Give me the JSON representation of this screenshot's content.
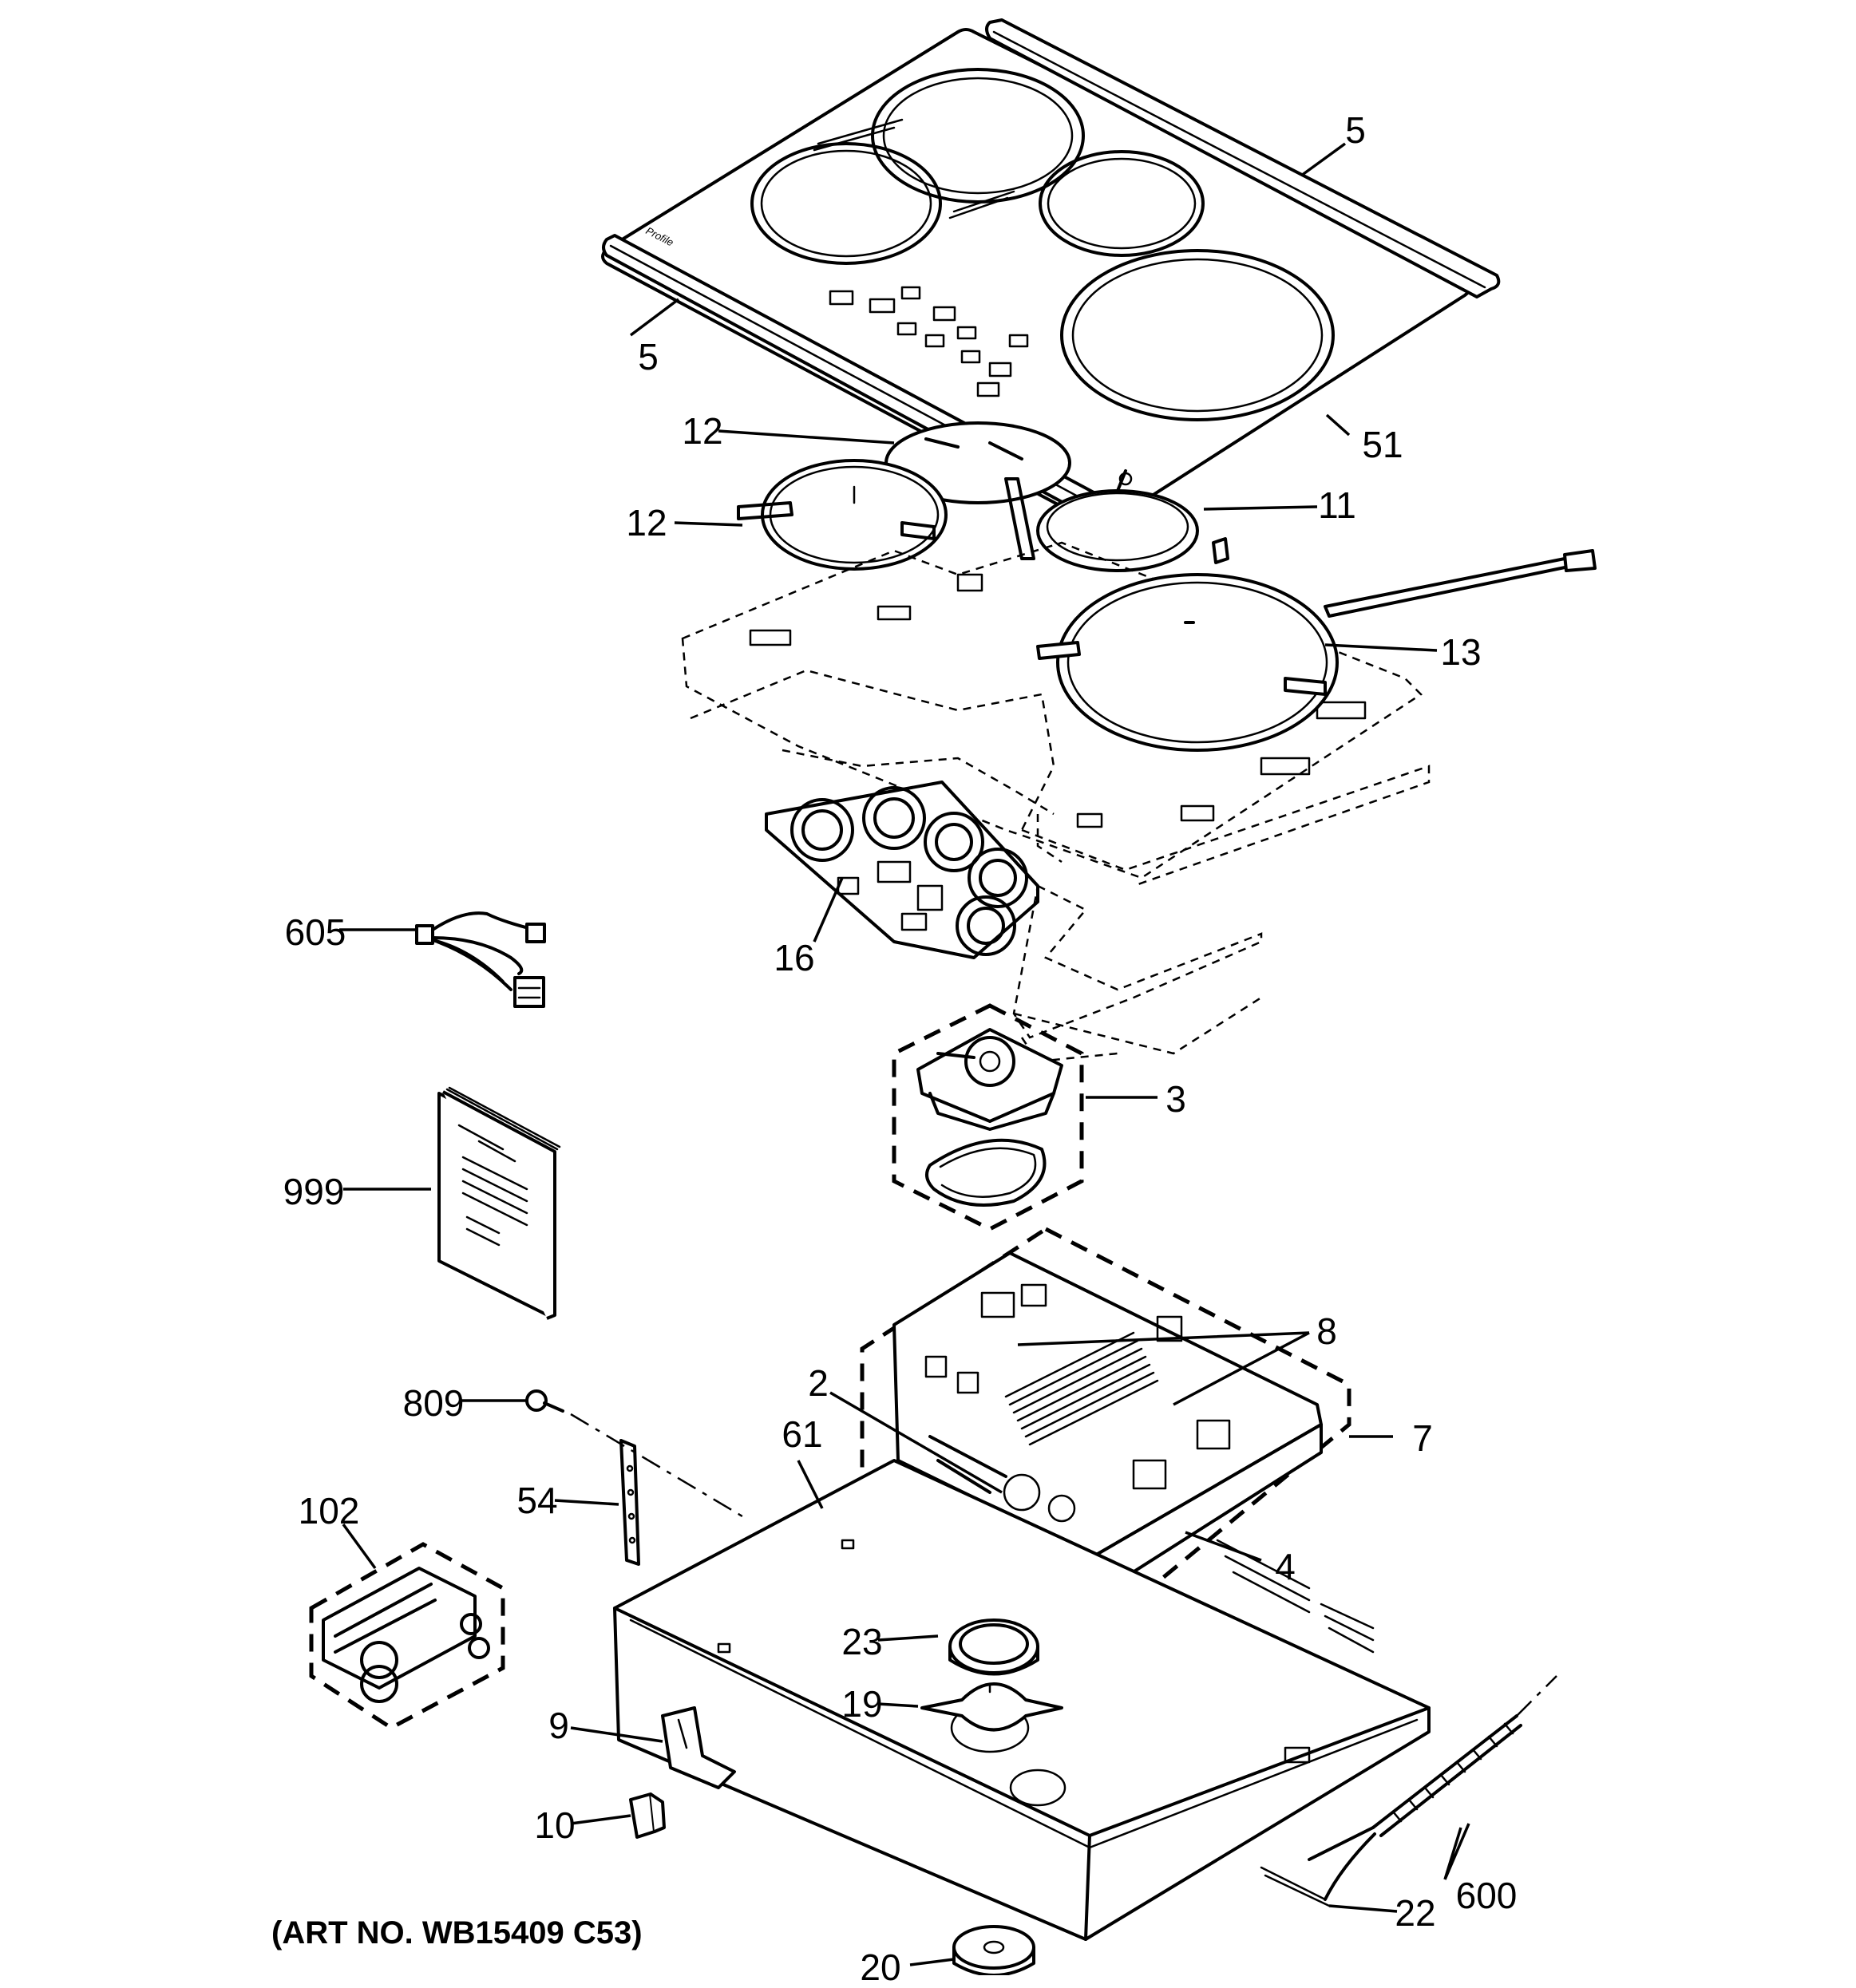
{
  "diagram": {
    "art_number": "(ART NO. WB15409 C53)",
    "brand_mark": "Profile",
    "callouts": [
      {
        "id": "5a",
        "text": "5"
      },
      {
        "id": "5b",
        "text": "5"
      },
      {
        "id": "51",
        "text": "51"
      },
      {
        "id": "12a",
        "text": "12"
      },
      {
        "id": "12b",
        "text": "12"
      },
      {
        "id": "11",
        "text": "11"
      },
      {
        "id": "13",
        "text": "13"
      },
      {
        "id": "16",
        "text": "16"
      },
      {
        "id": "605",
        "text": "605"
      },
      {
        "id": "3",
        "text": "3"
      },
      {
        "id": "999",
        "text": "999"
      },
      {
        "id": "8",
        "text": "8"
      },
      {
        "id": "2",
        "text": "2"
      },
      {
        "id": "809",
        "text": "809"
      },
      {
        "id": "61",
        "text": "61"
      },
      {
        "id": "7",
        "text": "7"
      },
      {
        "id": "54",
        "text": "54"
      },
      {
        "id": "102",
        "text": "102"
      },
      {
        "id": "4",
        "text": "4"
      },
      {
        "id": "23",
        "text": "23"
      },
      {
        "id": "19",
        "text": "19"
      },
      {
        "id": "9",
        "text": "9"
      },
      {
        "id": "10",
        "text": "10"
      },
      {
        "id": "600",
        "text": "600"
      },
      {
        "id": "22",
        "text": "22"
      },
      {
        "id": "20",
        "text": "20"
      }
    ]
  }
}
